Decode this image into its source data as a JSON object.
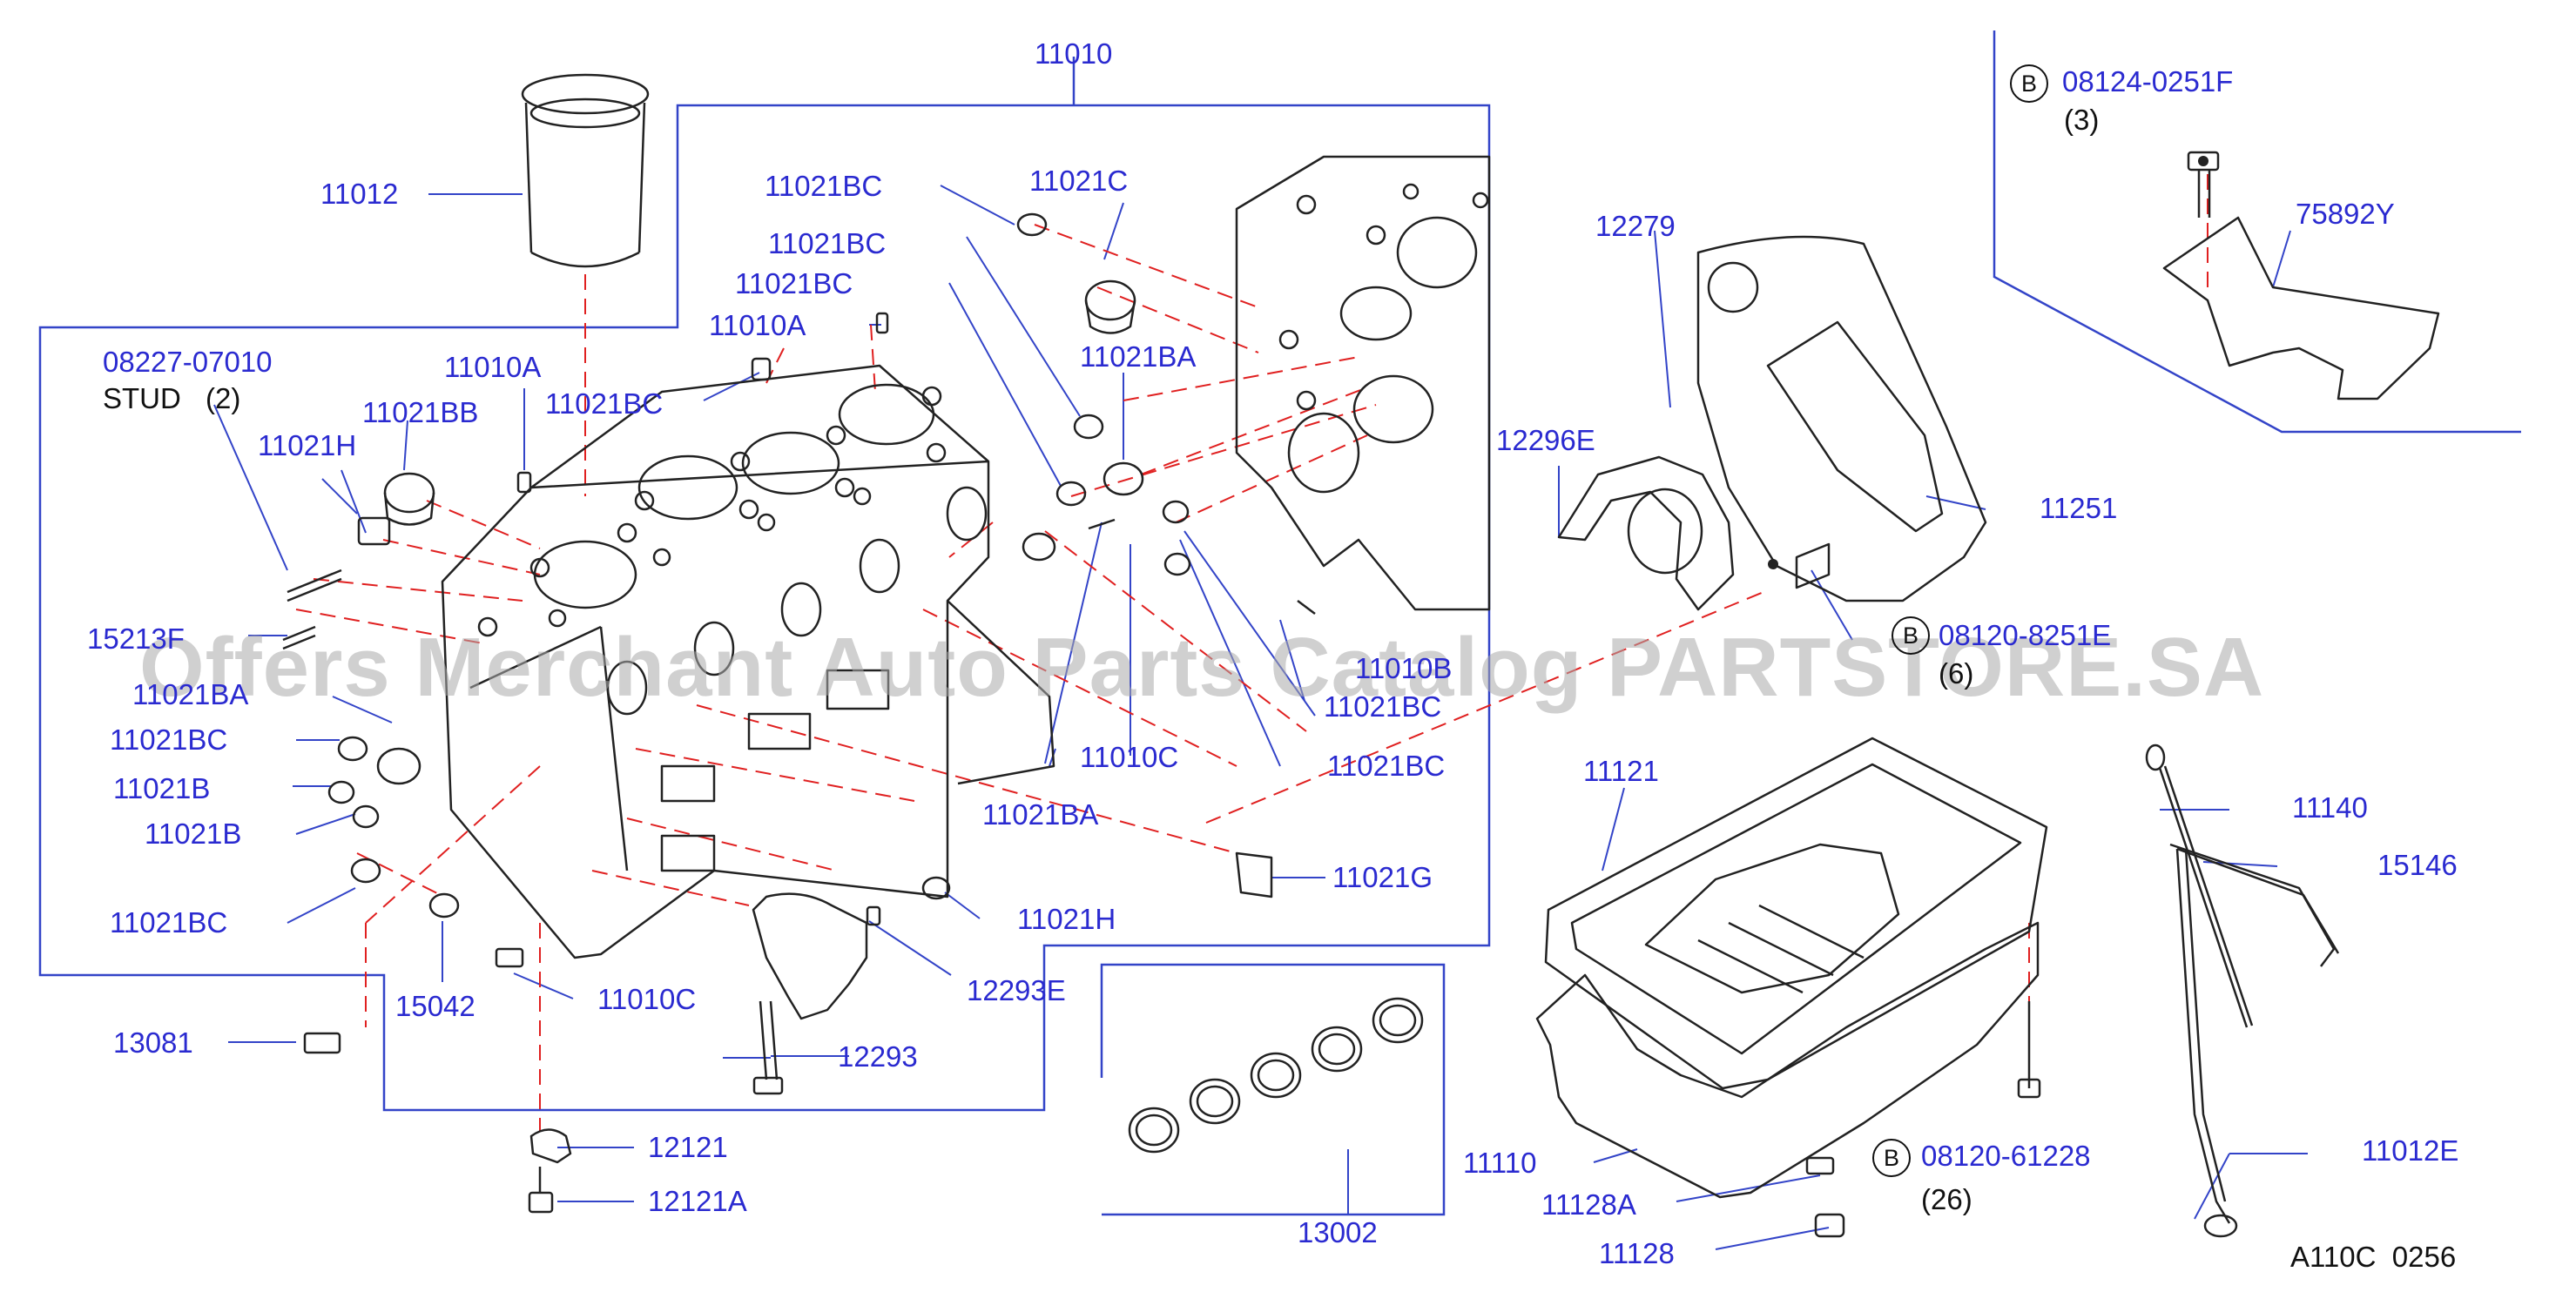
{
  "labels": {
    "p11010": "11010",
    "p11012": "11012",
    "p11021bc_1": "11021BC",
    "p11021c": "11021C",
    "p11021bc_2": "11021BC",
    "p11021bc_3": "11021BC",
    "p11021ba_1": "11021BA",
    "p11010a_1": "11010A",
    "p08227": "08227-07010",
    "stud": "STUD",
    "stud_qty": "(2)",
    "p11010a_2": "11010A",
    "p11021bc_4": "11021BC",
    "p11021bb": "11021BB",
    "p11021h_1": "11021H",
    "p15213": "15213F",
    "p11021ba_2": "11021BA",
    "p11021bc_5": "11021BC",
    "p11021b_1": "11021B",
    "p11021b_2": "11021B",
    "p11021bc_6": "11021BC",
    "p13081": "13081",
    "p15042": "15042",
    "p11010c_1": "11010C",
    "p11021h_2": "11021H",
    "p12293e": "12293E",
    "p12293": "12293",
    "p12121": "12121",
    "p12121a": "12121A",
    "p11010b": "11010B",
    "p11021bc_7": "11021BC",
    "p11010c_2": "11010C",
    "p11021bc_8": "11021BC",
    "p11021ba_3": "11021BA",
    "p11021g": "11021G",
    "p13002": "13002",
    "p08124": "08124-0251F",
    "p08124_qty": "(3)",
    "p75892y": "75892Y",
    "p12279": "12279",
    "p12296e": "12296E",
    "p11251": "11251",
    "p08120_321": "08120-8251E",
    "p08120_321_qty": "(6)",
    "p11121": "11121",
    "p11140": "11140",
    "p15146": "15146",
    "p11110": "11110",
    "p11128a": "11128A",
    "p11128": "11128",
    "p08120_612": "08120-61228",
    "p08120_612_qty": "(26)",
    "p11012e": "11012E",
    "ref_code": "A110C  0256"
  },
  "circle_letters": {
    "b1": "B",
    "b2": "B",
    "b3": "B"
  },
  "watermark": "Offers Merchant Auto Parts Catalog PARTSTORE.SA",
  "colors": {
    "part_number": "#2a2ad0",
    "leader_line": "#3344c8",
    "dashed_line": "#e02020",
    "drawing": "#222222",
    "watermark": "#aaaaaa"
  }
}
